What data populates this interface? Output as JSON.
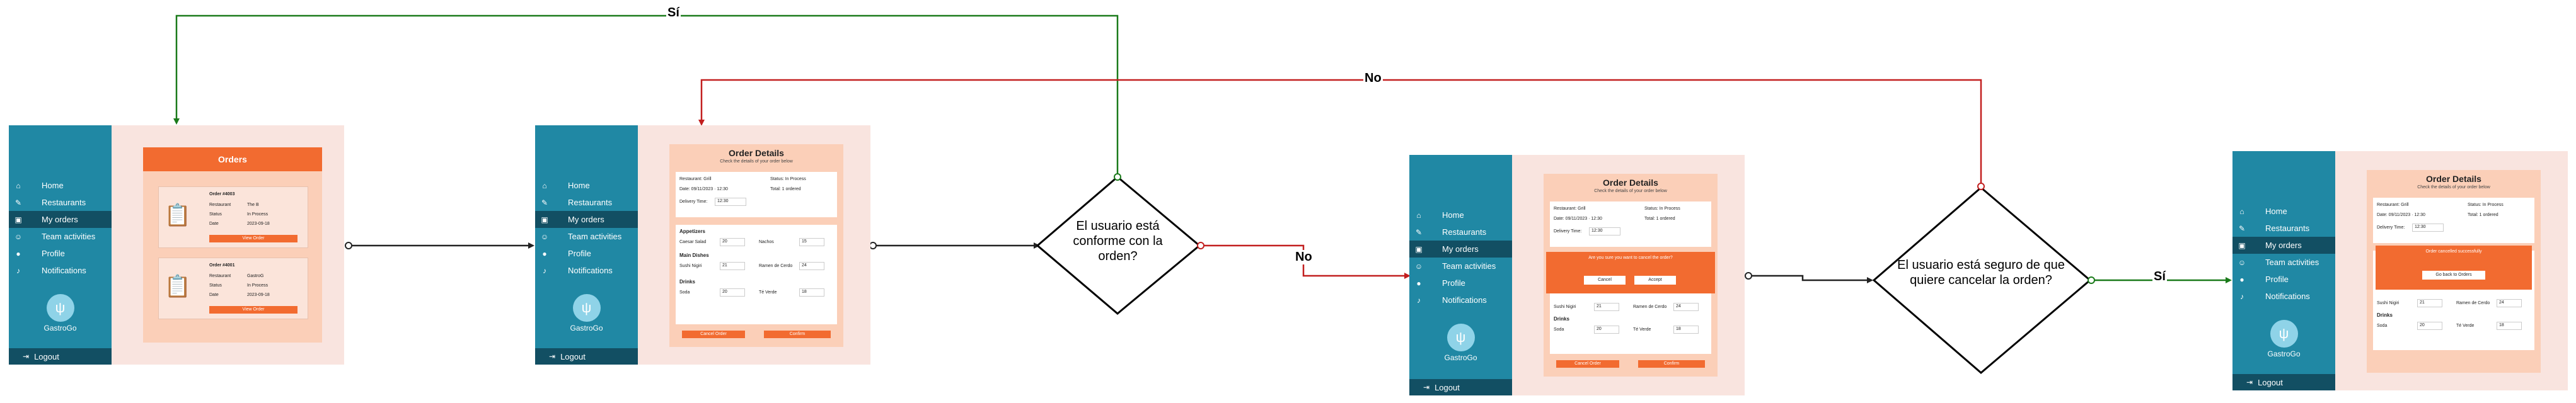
{
  "flow": {
    "decision1": "El usuario está conforme con la orden?",
    "decision2": "El usuario está seguro de que quiere cancelar la orden?",
    "yes_label": "Sí",
    "no_label": "No",
    "colors": {
      "yes_edge": "#1a7a1a",
      "no_edge": "#c21f1f",
      "neutral_edge": "#222222"
    }
  },
  "app": {
    "brand": "GastroGo",
    "logout": "Logout",
    "nav": [
      "Home",
      "Restaurants",
      "My orders",
      "Team activities",
      "Profile",
      "Notifications"
    ],
    "nav_icons": [
      "home-icon",
      "restaurants-icon",
      "orders-icon",
      "team-icon",
      "profile-icon",
      "bell-icon"
    ],
    "active_nav": "My orders",
    "colors": {
      "sidebar": "#2088a4",
      "active": "#124f63",
      "accent": "#f26b30",
      "panel": "#fbcfb8",
      "background": "#f9e4df"
    }
  },
  "orders_screen": {
    "title": "Orders",
    "order1": {
      "id": "Order #4003",
      "restaurant_label": "Restaurant",
      "restaurant": "The B",
      "status_label": "Status",
      "status": "In Process",
      "date_label": "Date",
      "date": "2023-09-18",
      "button": "View Order"
    },
    "order2": {
      "id": "Order #4001",
      "restaurant_label": "Restaurant",
      "restaurant": "GastroG",
      "status_label": "Status",
      "status": "In Process",
      "date_label": "Date",
      "date": "2023-09-18",
      "button": "View Order"
    }
  },
  "details_screen": {
    "title": "Order Details",
    "subtitle": "Check the details of your order below",
    "restaurant": "Restaurant: Grill",
    "date_time": "Date: 09/11/2023 · 12:30",
    "delivery": "Delivery Time:",
    "delivery_value": "12:30",
    "status": "Status: In Process",
    "total": "Total: 1 ordered",
    "appetizers": "Appetizers",
    "main_dishes": "Main Dishes",
    "drinks": "Drinks",
    "items": [
      {
        "name": "Caesar Salad",
        "qty": "20"
      },
      {
        "name": "Nachos",
        "qty": "15"
      },
      {
        "name": "Sushi Nigiri",
        "qty": "21"
      },
      {
        "name": "Ramen de Cerdo",
        "qty": "24"
      },
      {
        "name": "Soda",
        "qty": "20"
      },
      {
        "name": "Té Verde",
        "qty": "18"
      }
    ],
    "cancel_button": "Cancel Order",
    "confirm_button": "Confirm"
  },
  "confirm_modal": {
    "text": "Are you sure you want to cancel the order?",
    "cancel": "Cancel",
    "accept": "Accept"
  },
  "cancelled_modal": {
    "text": "Order cancelled successfully",
    "button": "Go back to Orders"
  }
}
